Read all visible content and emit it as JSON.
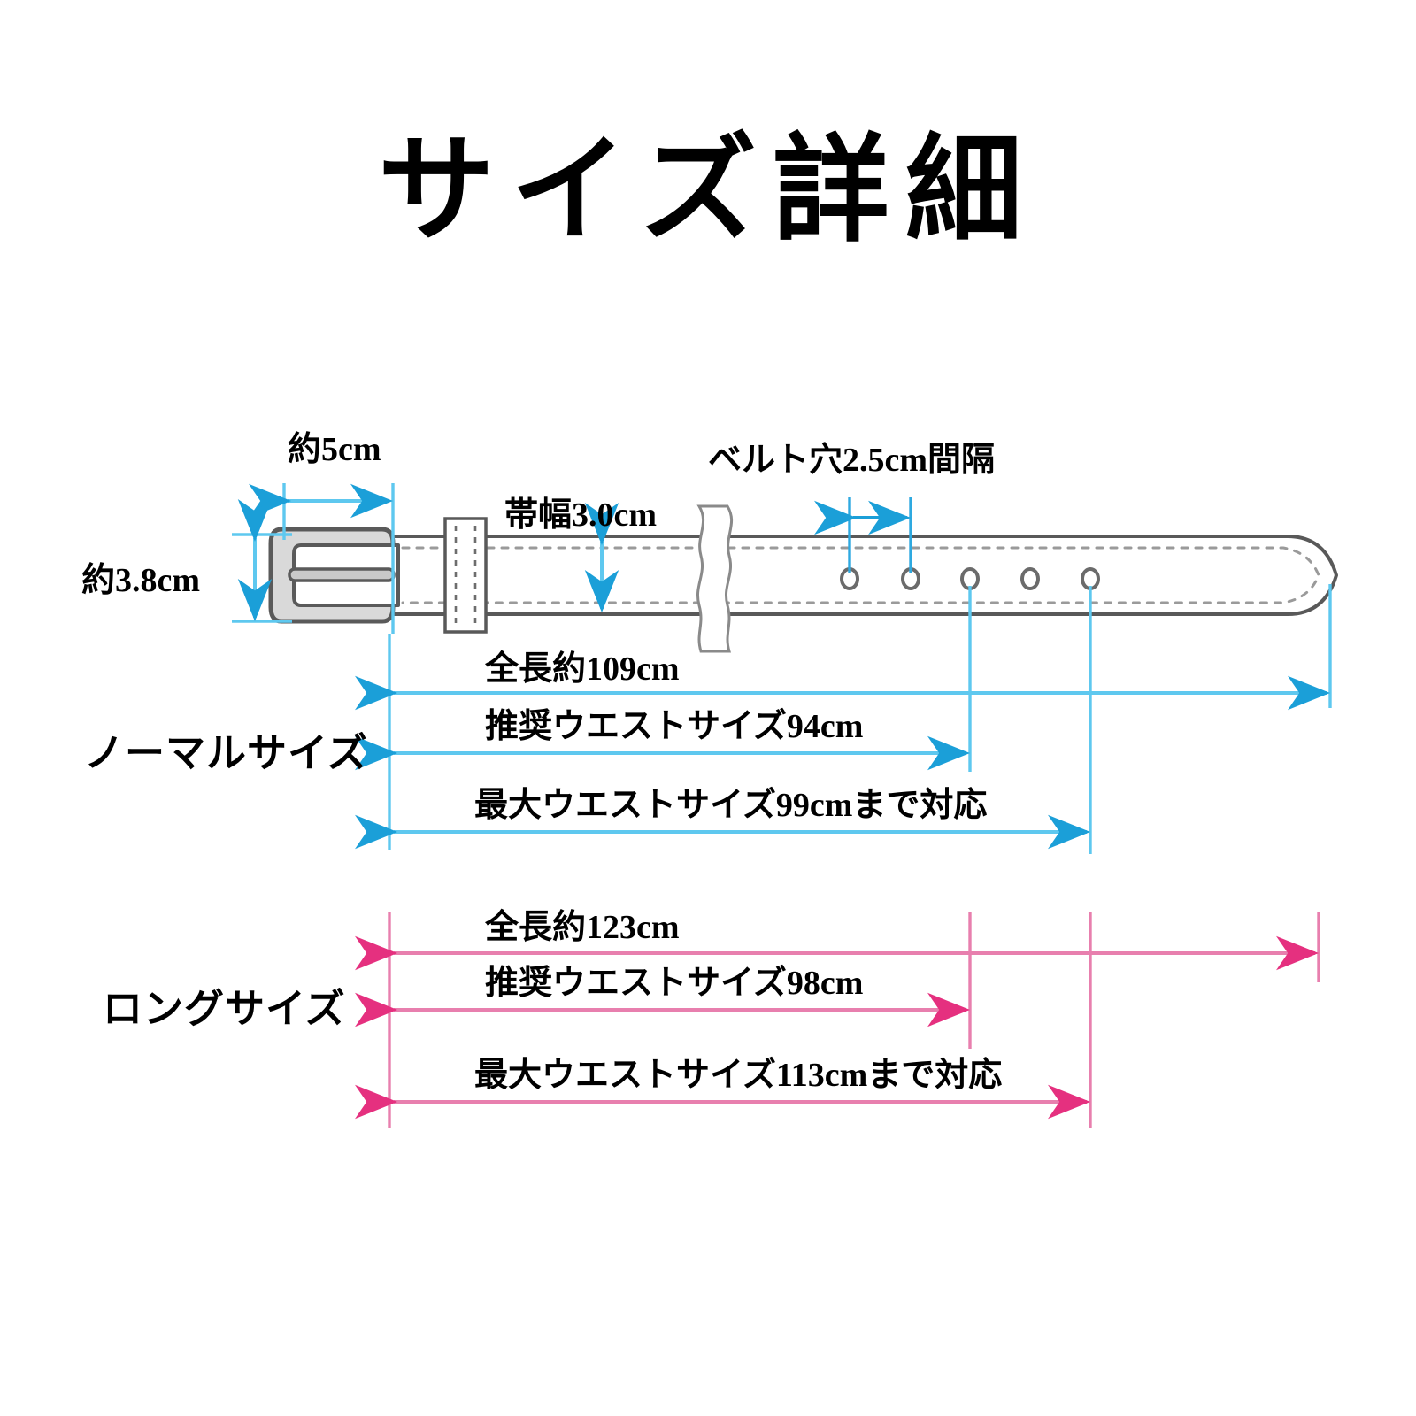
{
  "page": {
    "title": "サイズ詳細",
    "background_color": "#ffffff"
  },
  "colors": {
    "normal_accent": "#1b9fd8",
    "normal_line": "#5ec8ef",
    "long_accent": "#e5307f",
    "long_line": "#e87fae",
    "outline": "#595959",
    "buckle_fill": "#d9d9d9",
    "text": "#000000"
  },
  "belt_diagram": {
    "buckle_width_label": "約5cm",
    "buckle_height_label": "約3.8cm",
    "strap_width_label": "帯幅3.0cm",
    "hole_spacing_label": "ベルト穴2.5cm間隔",
    "hole_count": 5
  },
  "sizes": [
    {
      "name": "ノーマルサイズ",
      "accent": "#1b9fd8",
      "measurements": [
        {
          "key": "total_length",
          "label": "全長約109cm",
          "value": 109,
          "unit": "cm"
        },
        {
          "key": "recommended_waist",
          "label": "推奨ウエストサイズ94cm",
          "value": 94,
          "unit": "cm"
        },
        {
          "key": "max_waist",
          "label": "最大ウエストサイズ99cmまで対応",
          "value": 99,
          "unit": "cm"
        }
      ]
    },
    {
      "name": "ロングサイズ",
      "accent": "#e5307f",
      "measurements": [
        {
          "key": "total_length",
          "label": "全長約123cm",
          "value": 123,
          "unit": "cm"
        },
        {
          "key": "recommended_waist",
          "label": "推奨ウエストサイズ98cm",
          "value": 98,
          "unit": "cm"
        },
        {
          "key": "max_waist",
          "label": "最大ウエストサイズ113cmまで対応",
          "value": 113,
          "unit": "cm"
        }
      ]
    }
  ],
  "chart_data": {
    "type": "table",
    "title": "サイズ詳細",
    "categories": [
      "ノーマルサイズ",
      "ロングサイズ"
    ],
    "series": [
      {
        "name": "全長 (cm)",
        "values": [
          109,
          123
        ]
      },
      {
        "name": "推奨ウエストサイズ (cm)",
        "values": [
          94,
          98
        ]
      },
      {
        "name": "最大ウエストサイズ (cm)",
        "values": [
          99,
          113
        ]
      }
    ],
    "annotations": [
      "約5cm",
      "約3.8cm",
      "帯幅3.0cm",
      "ベルト穴2.5cm間隔"
    ],
    "xlabel": "",
    "ylabel": "",
    "grid": false,
    "legend": "none"
  }
}
